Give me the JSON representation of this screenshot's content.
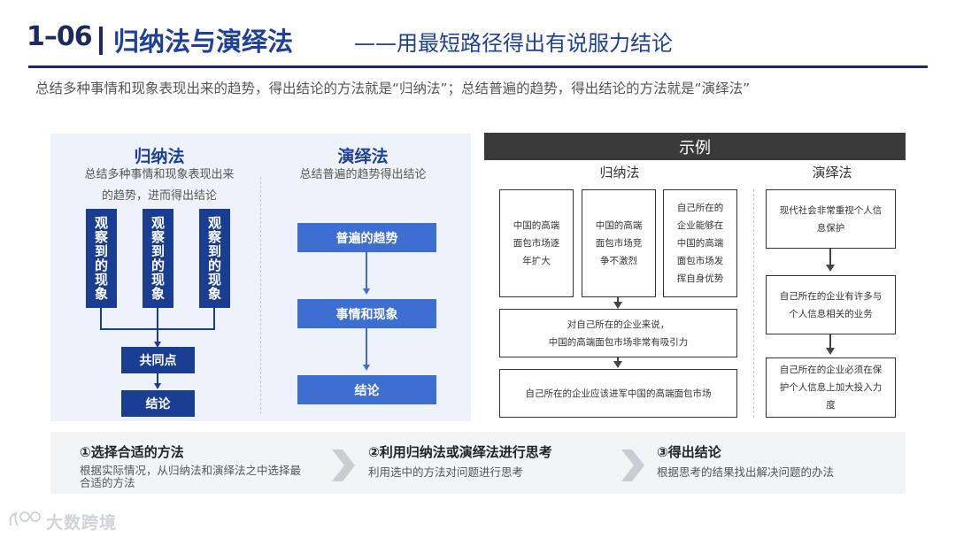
{
  "header": {
    "number": "1–06",
    "title": "归纳法与演绎法",
    "subtitle": "——用最短路径得出有说服力结论"
  },
  "summary": "总结多种事情和现象表现出来的趋势，得出结论的方法就是“归纳法”；总结普遍的趋势，得出结论的方法就是“演绎法”",
  "left_panel": {
    "induction": {
      "title": "归纳法",
      "desc_line1": "总结多种事情和现象表现出来",
      "desc_line2": "的趋势，进而得出结论",
      "observations": [
        "观察到的现象",
        "观察到的现象",
        "观察到的现象"
      ],
      "common": "共同点",
      "conclusion": "结论"
    },
    "deduction": {
      "title": "演绎法",
      "desc": "总结普遍的趋势得出结论",
      "steps": [
        "普遍的趋势",
        "事情和现象",
        "结论"
      ]
    }
  },
  "example": {
    "header": "示例",
    "induction": {
      "title": "归纳法",
      "facts": [
        [
          "中国的高端",
          "面包市场逐",
          "年扩大"
        ],
        [
          "中国的高端",
          "面包市场竞",
          "争不激烈"
        ],
        [
          "自己所在的",
          "企业能够在",
          "中国的高端",
          "面包市场发",
          "挥自身优势"
        ]
      ],
      "common": [
        "对自己所在的企业来说，",
        "中国的高端面包市场非常有吸引力"
      ],
      "conclusion": "自己所在的企业应该进军中国的高端面包市场"
    },
    "deduction": {
      "title": "演绎法",
      "boxes": [
        [
          "现代社会非常重视个人信",
          "息保护"
        ],
        [
          "自己所在的企业有许多与",
          "个人信息相关的业务"
        ],
        [
          "自己所在的企业必须在保",
          "护个人信息上加大投入力",
          "度"
        ]
      ]
    }
  },
  "steps": [
    {
      "title": "①选择合适的方法",
      "desc_line1": "根据实际情况，从归纳法和演绎法之中选择最",
      "desc_line2": "合适的方法"
    },
    {
      "title": "②利用归纳法或演绎法进行思考",
      "desc_line1": "利用选中的方法对问题进行思考",
      "desc_line2": ""
    },
    {
      "title": "③得出结论",
      "desc_line1": "根据思考的结果找出解决问题的办法",
      "desc_line2": ""
    }
  ],
  "watermark": "大数跨境",
  "colors": {
    "navy": "#1a3d94",
    "light_blue": "#3d6ed1",
    "panel_bg": "#edf2fb",
    "example_header": "#3a3a3a"
  }
}
